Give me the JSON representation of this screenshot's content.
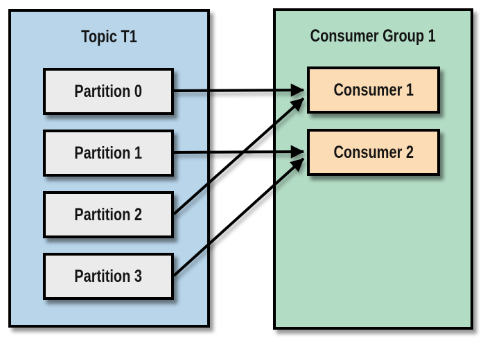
{
  "topic": {
    "title": "Topic T1",
    "partitions": [
      "Partition 0",
      "Partition 1",
      "Partition 2",
      "Partition 3"
    ],
    "fill_color": "#b8d5ea",
    "item_fill_color": "#ebebeb"
  },
  "consumer_group": {
    "title": "Consumer Group 1",
    "consumers": [
      "Consumer 1",
      "Consumer 2"
    ],
    "fill_color": "#b3dcc5",
    "item_fill_color": "#fcdcb5"
  },
  "connections": [
    {
      "from": "Partition 0",
      "to": "Consumer 1"
    },
    {
      "from": "Partition 1",
      "to": "Consumer 2"
    },
    {
      "from": "Partition 2",
      "to": "Consumer 1"
    },
    {
      "from": "Partition 3",
      "to": "Consumer 2"
    }
  ],
  "style": {
    "border_color": "#000000",
    "text_color": "#141414",
    "arrow_color": "#000000",
    "background": "#ffffff"
  }
}
